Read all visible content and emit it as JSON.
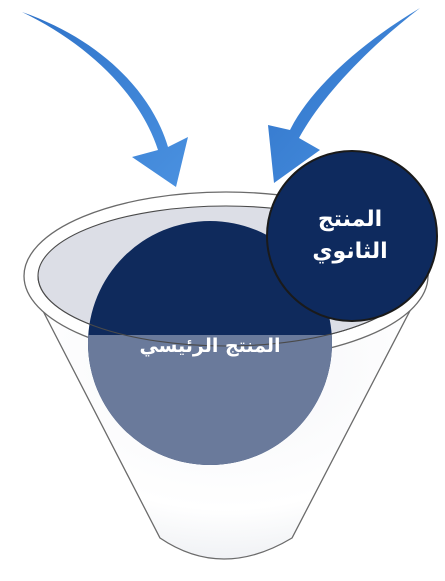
{
  "diagram": {
    "primary_product": "المنتج الرئيسي",
    "secondary_product_line1": "المنتج",
    "secondary_product_line2": "الثانوي"
  },
  "colors": {
    "arrow": "#3e86d6",
    "primary_circle": "#0f2a5c",
    "secondary_circle": "#0e2a5e",
    "funnel_outline": "#6b6b6b",
    "label_text": "#ffffff"
  }
}
